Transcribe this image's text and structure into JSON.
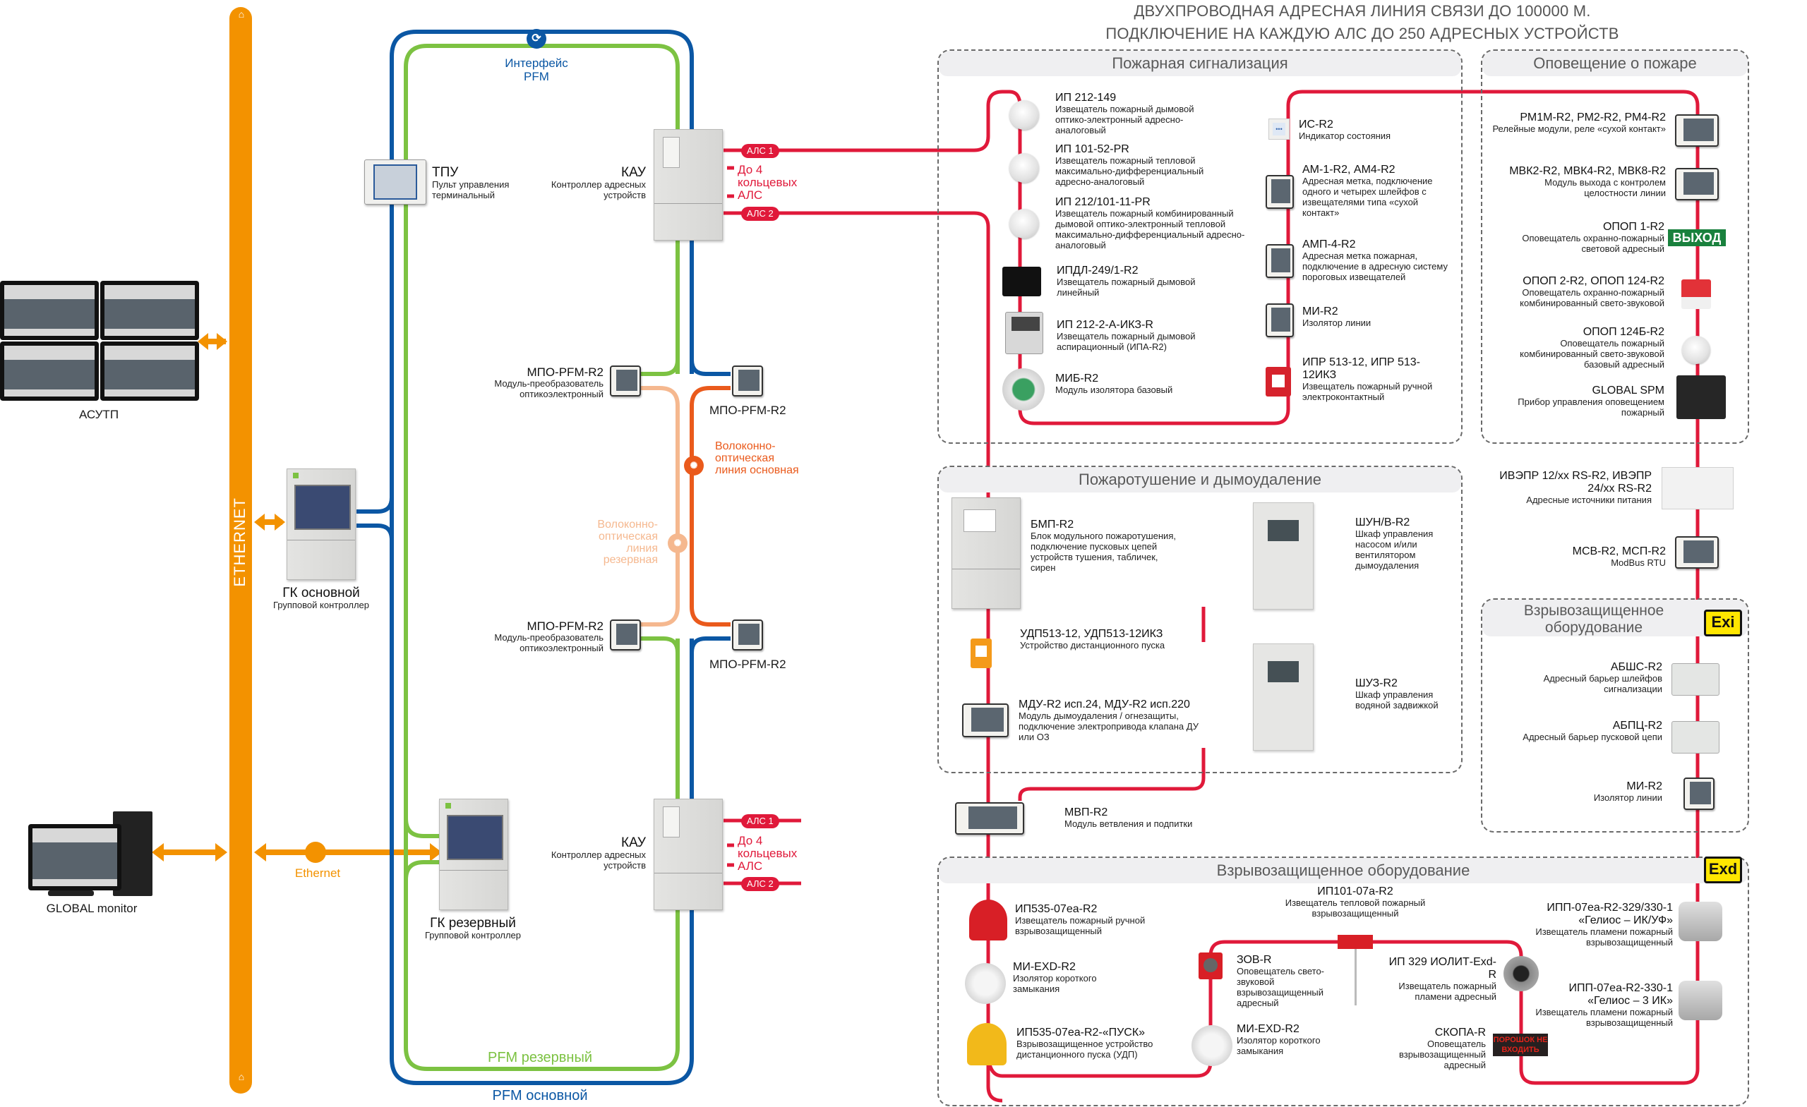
{
  "header": {
    "line1": "ДВУХПРОВОДНАЯ АДРЕСНАЯ ЛИНИЯ СВЯЗИ ДО 100000 М.",
    "line2": "ПОДКЛЮЧЕНИЕ НА КАЖДУЮ АЛС ДО 250 АДРЕСНЫХ УСТРОЙСТВ"
  },
  "colors": {
    "ethernet": "#f39200",
    "pfm_main": "#0b57a4",
    "pfm_reserve": "#7cc242",
    "fiber_main": "#ea5a1c",
    "fiber_reserve": "#f5b88f",
    "als": "#e0193a",
    "exi_badge": "#ffe600"
  },
  "network": {
    "ethernet_bus_label": "ETHERNET",
    "ethernet_link_label": "Ethernet",
    "asutp": {
      "name": "АСУТП"
    },
    "global_monitor": {
      "name": "GLOBAL monitor"
    },
    "interface_pfm": "Интерфейс PFM",
    "pfm_main_label": "PFM основной",
    "pfm_reserve_label": "PFM резервный",
    "tpu": {
      "name": "ТПУ",
      "desc": "Пульт управления терминальный"
    },
    "gk_main": {
      "name": "ГК основной",
      "desc": "Групповой контроллер"
    },
    "gk_reserve": {
      "name": "ГК резервный",
      "desc": "Групповой контроллер"
    },
    "kau_top": {
      "name": "КАУ",
      "desc": "Контроллер адресных устройств"
    },
    "kau_bottom": {
      "name": "КАУ",
      "desc": "Контроллер адресных устройств"
    },
    "als1": "АЛС 1",
    "als2": "АЛС 2",
    "up_to_4": "До 4 кольцевых АЛС",
    "mpo_left_top": {
      "name": "МПО-PFM-R2",
      "desc": "Модуль-преобразователь оптикоэлектронный"
    },
    "mpo_right_top": {
      "name": "МПО-PFM-R2"
    },
    "mpo_left_bottom": {
      "name": "МПО-PFM-R2",
      "desc": "Модуль-преобразователь оптикоэлектронный"
    },
    "mpo_right_bottom": {
      "name": "МПО-PFM-R2"
    },
    "fiber_main_label": "Волоконно-оптическая линия основная",
    "fiber_reserve_label": "Волоконно-оптическая линия резервная"
  },
  "fire_alarm": {
    "title": "Пожарная сигнализация",
    "left": [
      {
        "name": "ИП 212-149",
        "desc": "Извещатель пожарный дымовой оптико-электронный адресно-аналоговый"
      },
      {
        "name": "ИП 101-52-PR",
        "desc": "Извещатель пожарный тепловой максимально-дифференциальный адресно-аналоговый"
      },
      {
        "name": "ИП 212/101-11-PR",
        "desc": "Извещатель пожарный комбинированный дымовой оптико-электронный тепловой максимально-дифференциальный адресно-аналоговый"
      },
      {
        "name": "ИПДЛ-249/1-R2",
        "desc": "Извещатель пожарный дымовой линейный"
      },
      {
        "name": "ИП 212-2-А-ИКЗ-R",
        "desc": "Извещатель пожарный дымовой аспирационный (ИПА-R2)"
      },
      {
        "name": "МИБ-R2",
        "desc": "Модуль изолятора базовый"
      }
    ],
    "right": [
      {
        "name": "ИС-R2",
        "desc": "Индикатор состояния"
      },
      {
        "name": "АМ-1-R2, АМ4-R2",
        "desc": "Адресная метка, подключение одного и четырех шлейфов с извещателями типа «сухой контакт»"
      },
      {
        "name": "АМП-4-R2",
        "desc": "Адресная метка пожарная, подключение в адресную систему пороговых извещателей"
      },
      {
        "name": "МИ-R2",
        "desc": "Изолятор линии"
      },
      {
        "name": "ИПР 513-12, ИПР 513-12ИКЗ",
        "desc": "Извещатель пожарный ручной электроконтактный"
      }
    ]
  },
  "notification": {
    "title": "Оповещение о пожаре",
    "items": [
      {
        "name": "РМ1М-R2, РМ2-R2, РМ4-R2",
        "desc": "Релейные модули, реле «сухой контакт»"
      },
      {
        "name": "МВК2-R2, МВК4-R2, МВК8-R2",
        "desc": "Модуль выхода с контролем целостности линии"
      },
      {
        "name": "ОПОП 1-R2",
        "desc": "Оповещатель охранно-пожарный световой адресный",
        "sign": "ВЫХОД"
      },
      {
        "name": "ОПОП 2-R2, ОПОП 124-R2",
        "desc": "Оповещатель охранно-пожарный комбинированный свето-звуковой"
      },
      {
        "name": "ОПОП 124Б-R2",
        "desc": "Оповещатель пожарный комбинированный свето-звуковой базовый адресный"
      },
      {
        "name": "GLOBAL SPM",
        "desc": "Прибор управления оповещением пожарный"
      }
    ]
  },
  "power": {
    "ivepr": {
      "name": "ИВЭПР 12/xx RS-R2, ИВЭПР 24/xx RS-R2",
      "desc": "Адресные источники питания"
    },
    "msv": {
      "name": "МСВ-R2, МСП-R2",
      "desc": "ModBus RTU"
    }
  },
  "exi": {
    "title": "Взрывозащищенное оборудование",
    "badge": "Exi",
    "items": [
      {
        "name": "АБШС-R2",
        "desc": "Адресный барьер шлейфов сигнализации"
      },
      {
        "name": "АБПЦ-R2",
        "desc": "Адресный барьер пусковой цепи"
      },
      {
        "name": "МИ-R2",
        "desc": "Изолятор линии"
      }
    ]
  },
  "extinguish": {
    "title": "Пожаротушение и дымоудаление",
    "items": [
      {
        "name": "БМП-R2",
        "desc": "Блок модульного пожаротушения, подключение пусковых цепей устройств тушения, табличек, сирен"
      },
      {
        "name": "УДП513-12, УДП513-12ИКЗ",
        "desc": "Устройство дистанционного пуска"
      },
      {
        "name": "МДУ-R2 исп.24, МДУ-R2 исп.220",
        "desc": "Модуль дымоудаления / огнезащиты, подключение электропривода клапана ДУ или ОЗ"
      },
      {
        "name": "ШУН/В-R2",
        "desc": "Шкаф управления насосом и/или вентилятором дымоудаления"
      },
      {
        "name": "ШУЗ-R2",
        "desc": "Шкаф управления водяной задвижкой"
      }
    ]
  },
  "mvp": {
    "name": "МВП-R2",
    "desc": "Модуль ветвления и подпитки"
  },
  "exd": {
    "title": "Взрывозащищенное оборудование",
    "badge": "Exd",
    "items": [
      {
        "name": "ИП535-07еа-R2",
        "desc": "Извещатель пожарный ручной взрывозащищенный"
      },
      {
        "name": "МИ-EXD-R2",
        "desc": "Изолятор короткого замыкания"
      },
      {
        "name": "ИП535-07еа-R2-«ПУСК»",
        "desc": "Взрывозащищенное устройство дистанционного пуска (УДП)"
      },
      {
        "name": "ИП101-07а-R2",
        "desc": "Извещатель тепловой пожарный взрывозащищенный"
      },
      {
        "name": "ЗОВ-R",
        "desc": "Оповещатель свето-звуковой взрывозащищенный адресный"
      },
      {
        "name": "МИ-EXD-R2",
        "desc": "Изолятор короткого замыкания"
      },
      {
        "name": "ИП 329 ИОЛИТ-Exd-R",
        "desc": "Извещатель пожарный пламени адресный"
      },
      {
        "name": "СКОПА-R",
        "desc": "Оповещатель взрывозащищенный адресный",
        "sign": "ПОРОШОК НЕ ВХОДИТЬ"
      },
      {
        "name": "ИПП-07еа-R2-329/330-1 «Гелиос – ИК/УФ»",
        "desc": "Извещатель пламени пожарный взрывозащищенный"
      },
      {
        "name": "ИПП-07еа-R2-330-1 «Гелиос – 3 ИК»",
        "desc": "Извещатель пламени пожарный взрывозащищенный"
      }
    ]
  }
}
